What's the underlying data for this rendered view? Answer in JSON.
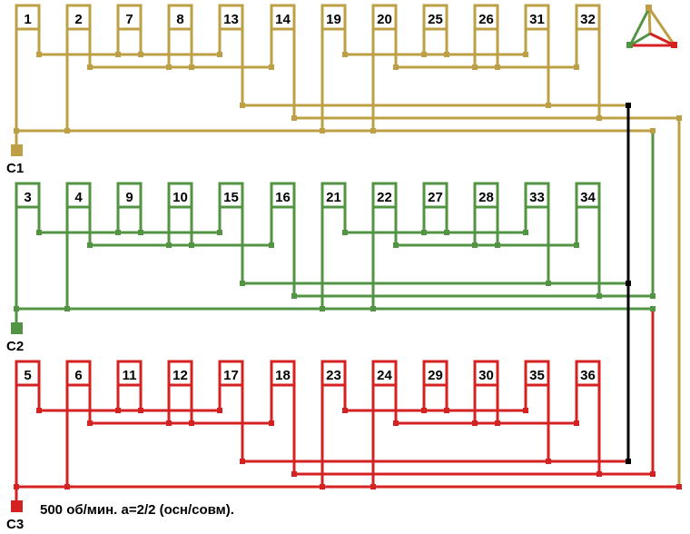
{
  "colors": {
    "phase1": "#bda045",
    "phase2": "#529443",
    "phase3": "#d42222",
    "star": "#000000"
  },
  "groups": [
    {
      "terminal": "C1",
      "color_key": "phase1",
      "coils": [
        "1",
        "2",
        "7",
        "8",
        "13",
        "14",
        "19",
        "20",
        "25",
        "26",
        "31",
        "32"
      ]
    },
    {
      "terminal": "C2",
      "color_key": "phase2",
      "coils": [
        "3",
        "4",
        "9",
        "10",
        "15",
        "16",
        "21",
        "22",
        "27",
        "28",
        "33",
        "34"
      ]
    },
    {
      "terminal": "C3",
      "color_key": "phase3",
      "coils": [
        "5",
        "6",
        "11",
        "12",
        "17",
        "18",
        "23",
        "24",
        "29",
        "30",
        "35",
        "36"
      ]
    }
  ],
  "caption": "500 об/мин. a=2/2 (осн/совм).",
  "legend_icon": "delta-connection-icon"
}
